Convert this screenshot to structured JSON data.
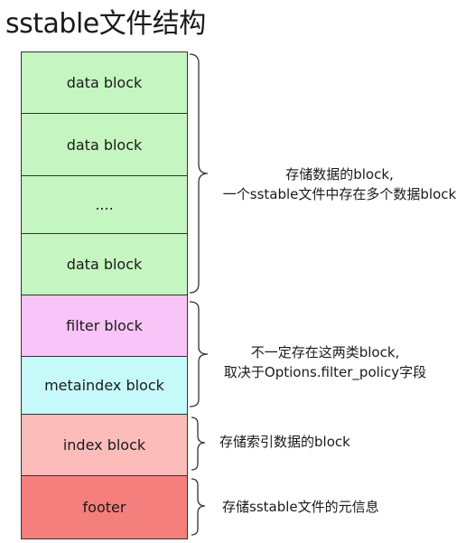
{
  "title": "sstable文件结构",
  "blocks": [
    {
      "label": "data block",
      "color": "#c5f5c0"
    },
    {
      "label": "data block",
      "color": "#c5f5c0"
    },
    {
      "label": "....",
      "color": "#c5f5c0"
    },
    {
      "label": "data block",
      "color": "#c5f5c0"
    },
    {
      "label": "filter block",
      "color": "#f9c4f7"
    },
    {
      "label": "metaindex block",
      "color": "#c6fafa"
    },
    {
      "label": "index block",
      "color": "#fbbcba"
    },
    {
      "label": "footer",
      "color": "#f57f7d"
    }
  ],
  "annotations": [
    {
      "line1": "存储数据的block,",
      "line2": "一个sstable文件中存在多个数据block"
    },
    {
      "line1": "不一定存在这两类block,",
      "line2": "取决于Options.filter_policy字段"
    },
    {
      "line1": "存储索引数据的block"
    },
    {
      "line1": "存储sstable文件的元信息"
    }
  ]
}
